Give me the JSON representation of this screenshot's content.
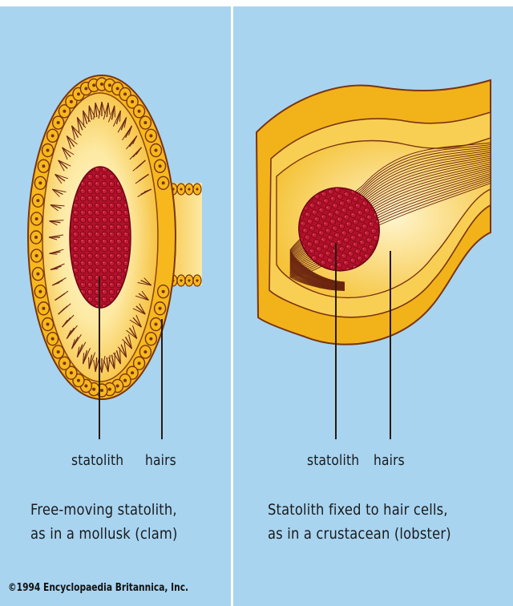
{
  "panels": [
    {
      "id": "mollusk",
      "labels": {
        "statolith": "statolith",
        "hairs": "hairs"
      },
      "caption": [
        "Free-moving statolith,",
        "as in a mollusk (clam)"
      ]
    },
    {
      "id": "crustacean",
      "labels": {
        "statolith": "statolith",
        "hairs": "hairs"
      },
      "caption": [
        "Statolith fixed to hair cells,",
        "as in a crustacean (lobster)"
      ]
    }
  ],
  "copyright": "©1994 Encyclopaedia Britannica, Inc.",
  "colors": {
    "background": "#a8d4f0",
    "cell_fill": "#f6b81c",
    "cell_outline": "#7a3410",
    "statolith": "#b3102a",
    "hair_line": "#6b2410",
    "pale_yellow": "#fbe79a"
  }
}
